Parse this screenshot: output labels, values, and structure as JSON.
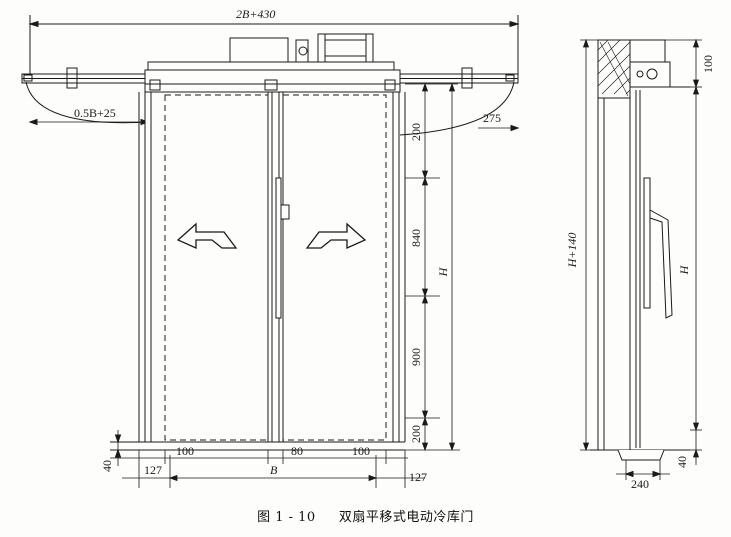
{
  "caption": {
    "figure_label": "图 1 - 10",
    "title": "双扇平移式电动冷库门"
  },
  "front_view": {
    "overall_width": "2B+430",
    "arm_reach": "0.5B+25",
    "right_offset": "275",
    "top_segment": "200",
    "upper_segment": "840",
    "lower_segment": "900",
    "bottom_segment": "200",
    "door_height": "H",
    "sill_height": "40",
    "left_frame": "127",
    "left_gap": "100",
    "centre_gap": "80",
    "right_gap": "100",
    "right_frame": "127",
    "opening_width": "B",
    "left_arrow_icon": "arrow-left-icon",
    "right_arrow_icon": "arrow-right-icon"
  },
  "side_view": {
    "top_clearance": "100",
    "total_height": "H+140",
    "door_height": "H",
    "sill_height": "40",
    "depth": "240"
  }
}
